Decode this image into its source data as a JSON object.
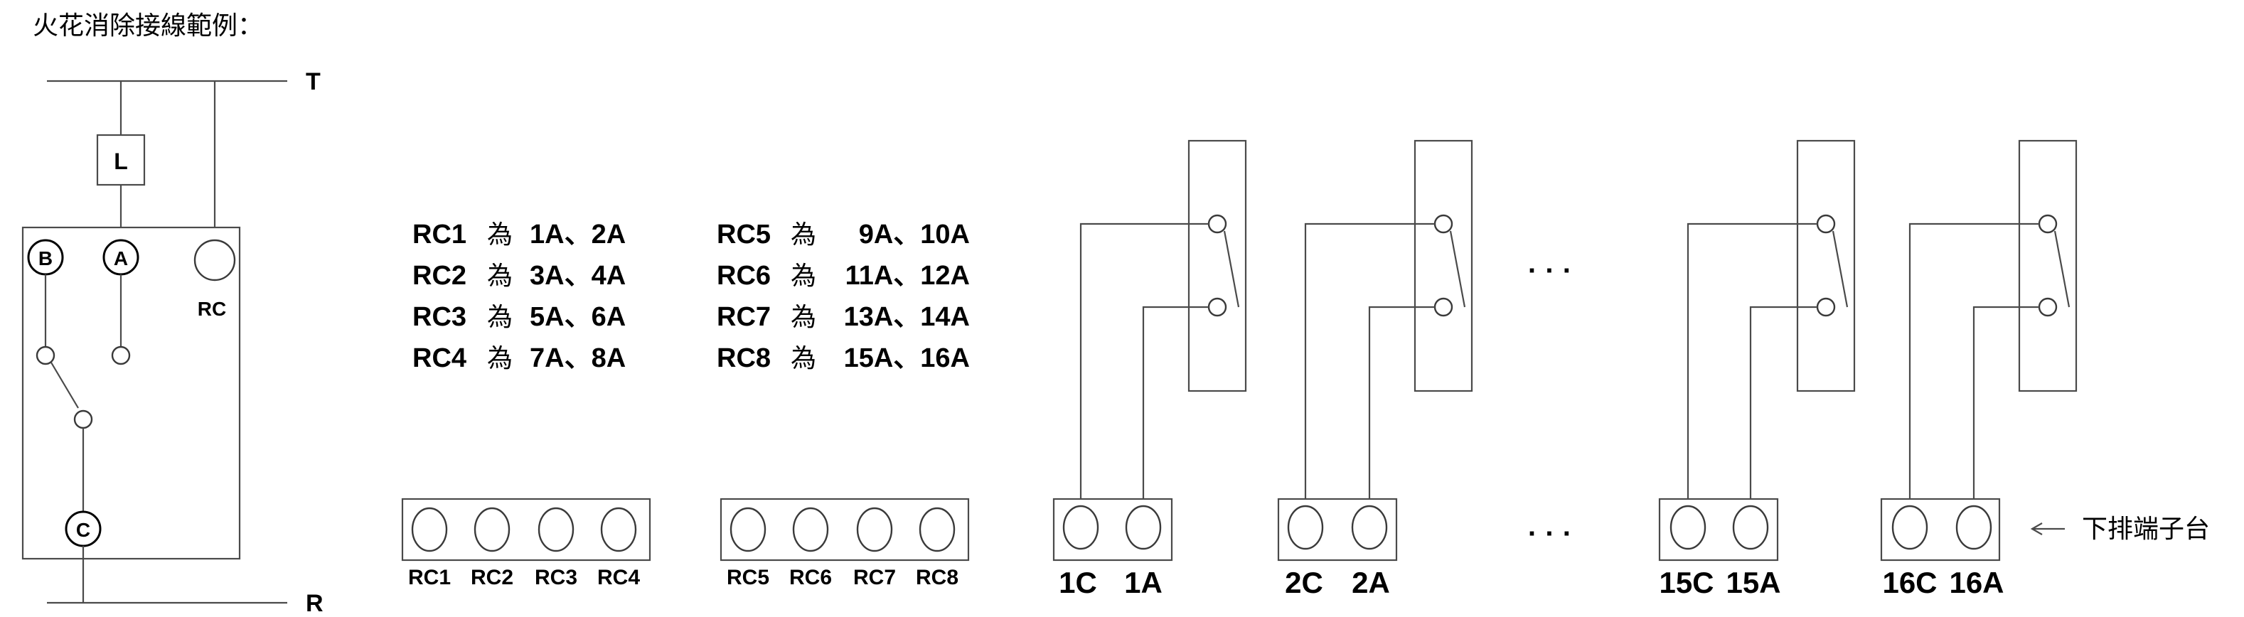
{
  "title": "火花消除接線範例：",
  "rails": {
    "top": "T",
    "bottom": "R"
  },
  "left_unit": {
    "coil": "L",
    "terminal_b": "B",
    "terminal_a": "A",
    "terminal_c": "C",
    "rc": "RC"
  },
  "mapping_left": [
    {
      "rc": "RC1",
      "word": "為",
      "range": "1A、2A"
    },
    {
      "rc": "RC2",
      "word": "為",
      "range": "3A、4A"
    },
    {
      "rc": "RC3",
      "word": "為",
      "range": "5A、6A"
    },
    {
      "rc": "RC4",
      "word": "為",
      "range": "7A、8A"
    }
  ],
  "mapping_right": [
    {
      "rc": "RC5",
      "word": "為",
      "range": "9A、10A"
    },
    {
      "rc": "RC6",
      "word": "為",
      "range": "11A、12A"
    },
    {
      "rc": "RC7",
      "word": "為",
      "range": "13A、14A"
    },
    {
      "rc": "RC8",
      "word": "為",
      "range": "15A、16A"
    }
  ],
  "rc_strip_1": [
    "RC1",
    "RC2",
    "RC3",
    "RC4"
  ],
  "rc_strip_2": [
    "RC5",
    "RC6",
    "RC7",
    "RC8"
  ],
  "terminals": [
    {
      "c": "1C",
      "a": "1A"
    },
    {
      "c": "2C",
      "a": "2A"
    },
    {
      "c": "15C",
      "a": "15A"
    },
    {
      "c": "16C",
      "a": "16A"
    }
  ],
  "ellipsis": "· · ·",
  "bottom_label": "下排端子台"
}
